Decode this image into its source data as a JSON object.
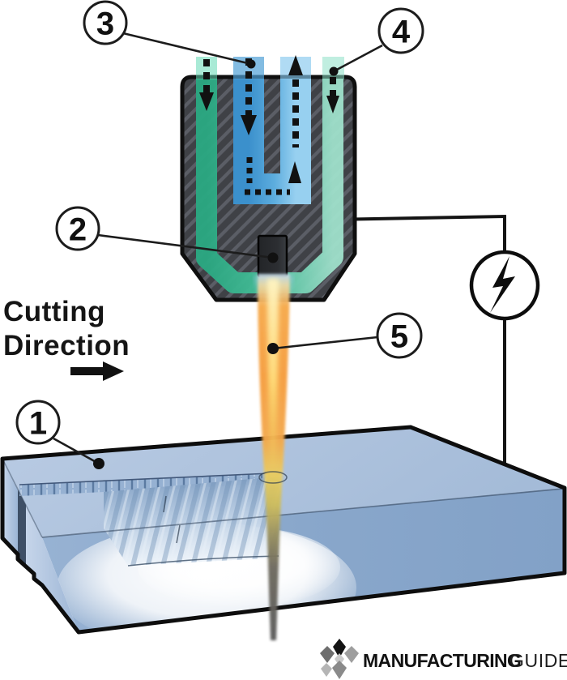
{
  "callouts": {
    "c1": "1",
    "c2": "2",
    "c3": "3",
    "c4": "4",
    "c5": "5"
  },
  "cutting_direction": {
    "line1": "Cutting",
    "line2": "Direction"
  },
  "logo": {
    "bold": "MANUFACTURING",
    "light": "GUIDE"
  },
  "icons": {
    "power_source": "lightning-bolt-in-circle",
    "flow_arrows": "dashed-gas-flow-arrows",
    "direction_arrow": "right-arrow"
  },
  "colors": {
    "workpiece_top": "#b3c6e0",
    "workpiece_front": "#8fabce",
    "torch_body": "#3f4146",
    "torch_hatch": "#5b5e66",
    "channel_blue": "#56a8df",
    "channel_green": "#45c29c",
    "plasma_orange": "#f5a041",
    "plasma_core": "#ffe38a",
    "outline": "#0d0d0d"
  }
}
